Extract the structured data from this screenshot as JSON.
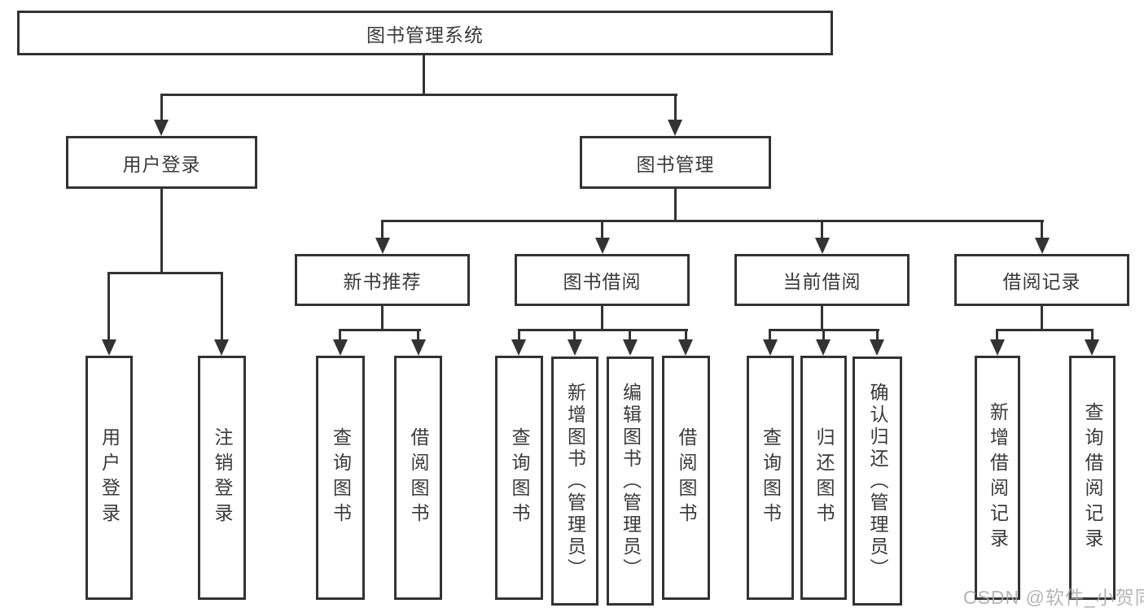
{
  "diagram": {
    "root": "图书管理系统",
    "level2": [
      {
        "label": "用户登录"
      },
      {
        "label": "图书管理"
      }
    ],
    "level3": [
      {
        "label": "新书推荐"
      },
      {
        "label": "图书借阅"
      },
      {
        "label": "当前借阅"
      },
      {
        "label": "借阅记录"
      }
    ],
    "leaves": {
      "user_login": [
        "用户登录",
        "注销登录"
      ],
      "new_book_recommend": [
        "查询图书",
        "借阅图书"
      ],
      "book_borrow": [
        "查询图书",
        "新增图书（管理员）",
        "编辑图书（管理员）",
        "借阅图书"
      ],
      "current_borrow": [
        "查询图书",
        "归还图书",
        "确认归还（管理员）"
      ],
      "borrow_record": [
        "新增借阅记录",
        "查询借阅记录"
      ]
    },
    "watermark": "CSDN @软件_小贺同学",
    "colors": {
      "line": "#333333",
      "text": "#3a3a3a",
      "watermark": "#a8a8a8",
      "background": "#ffffff"
    }
  }
}
